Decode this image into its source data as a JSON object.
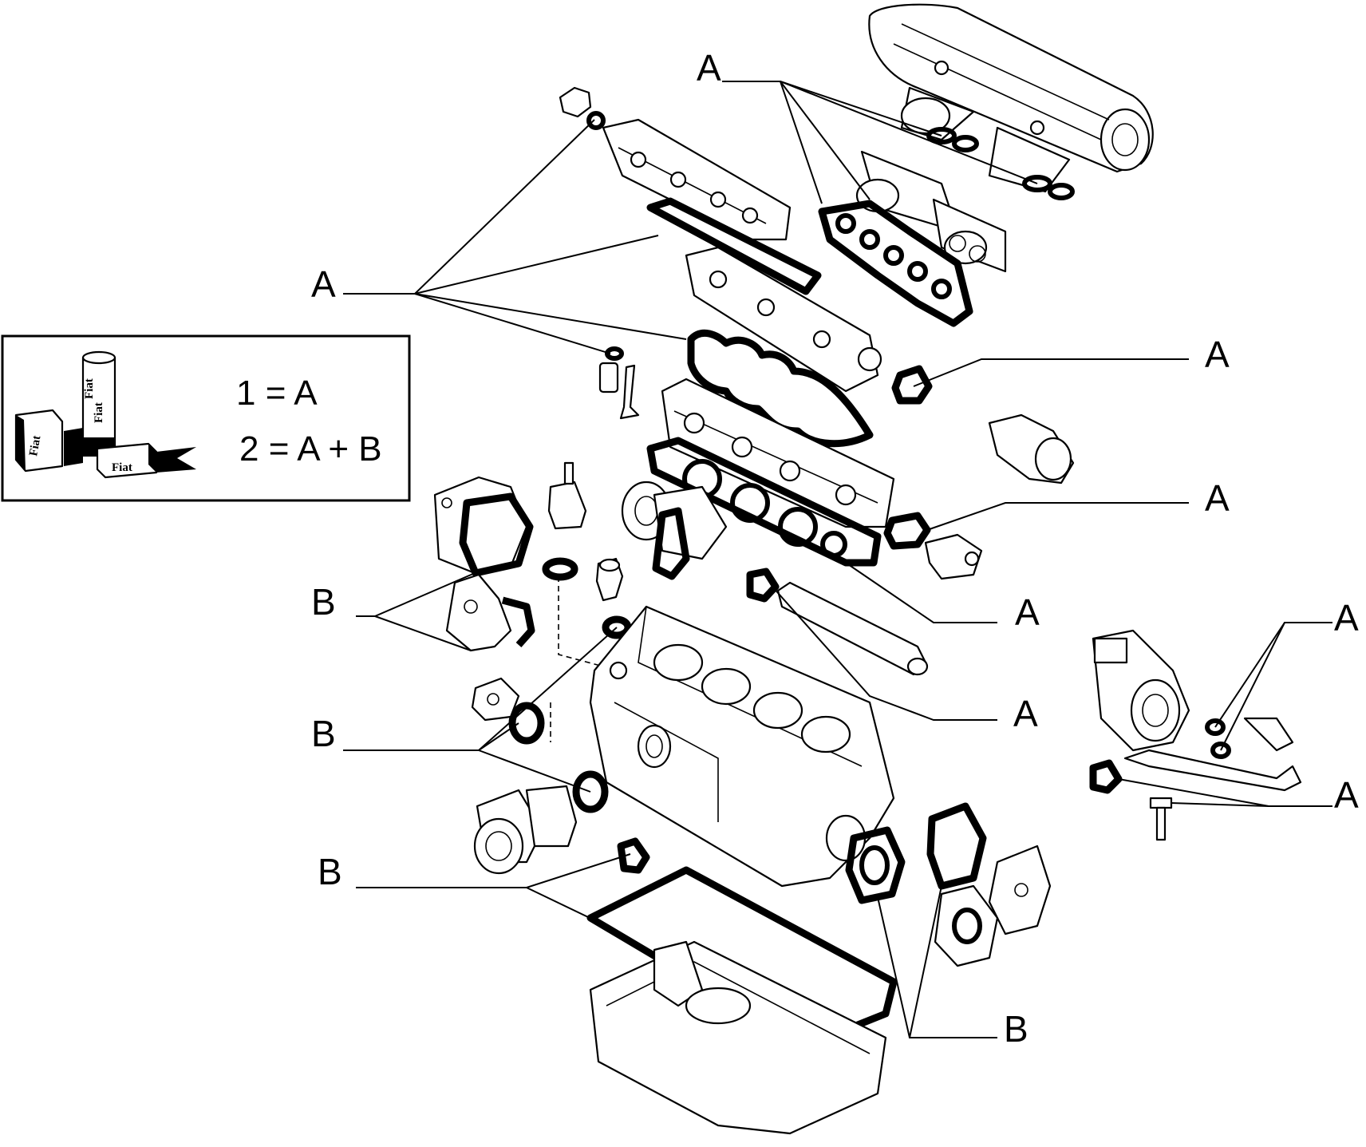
{
  "callouts": {
    "a1": "A",
    "a2": "A",
    "a3": "A",
    "a4": "A",
    "a5": "A",
    "a6": "A",
    "a7": "A",
    "a8": "A",
    "b1": "B",
    "b2": "B",
    "b3": "B",
    "b4": "B"
  },
  "legend": {
    "line1": "1 = A",
    "line2": "2 = A + B",
    "can_labels": [
      "Fiat",
      "Fiat",
      "Fiat",
      "Fiat"
    ]
  },
  "colors": {
    "ink": "#000000",
    "paper": "#ffffff"
  }
}
